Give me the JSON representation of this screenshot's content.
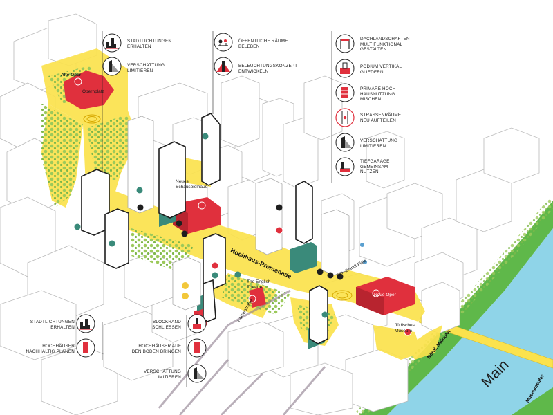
{
  "colors": {
    "accent_yellow": "#fbe24d",
    "accent_red": "#e0303d",
    "teal": "#3a8a7a",
    "river": "#8fd4e8",
    "green_bank": "#5fb84a",
    "building_line": "#b9b9b9",
    "dark": "#1e1e1e"
  },
  "legend": {
    "top_left": [
      {
        "icon": "silhouette-icon",
        "lines": [
          "STADTLICHTUNGEN",
          "ERHALTEN"
        ]
      },
      {
        "icon": "shadow-icon",
        "lines": [
          "VERSCHATTUNG",
          "LIMITIEREN"
        ]
      }
    ],
    "top_mid": [
      {
        "icon": "public-space-icon",
        "lines": [
          "ÖFFENTLICHE RÄUME",
          "BELEBEN"
        ]
      },
      {
        "icon": "lighting-icon",
        "lines": [
          "BELEUCHTUNGSKONZEPT",
          "ENTWICKELN"
        ]
      }
    ],
    "top_right": [
      {
        "icon": "roofscape-icon",
        "lines": [
          "DACHLANDSCHAFTEN",
          "MULTIFUNKTIONAL",
          "GESTALTEN"
        ]
      },
      {
        "icon": "podium-icon",
        "lines": [
          "PODIUM VERTIKAL",
          "GLIEDERN"
        ]
      },
      {
        "icon": "mixed-use-icon",
        "lines": [
          "PRIMÄRE HOCH-",
          "HAUSNUTZUNG",
          "MISCHEN"
        ]
      },
      {
        "icon": "street-space-icon",
        "lines": [
          "STRASSENRÄUME",
          "NEU AUFTEILEN"
        ]
      },
      {
        "icon": "shadow-icon",
        "lines": [
          "VERSCHATTUNG",
          "LIMITIEREN"
        ]
      },
      {
        "icon": "garage-icon",
        "lines": [
          "TIEFGARAGE",
          "GEMEINSAM",
          "NUTZEN"
        ]
      }
    ],
    "bottom_left": [
      {
        "icon": "silhouette-icon",
        "lines": [
          "STADTLICHTUNGEN",
          "ERHALTEN"
        ]
      },
      {
        "icon": "sustainable-icon",
        "lines": [
          "HOCHHÄUSER",
          "NACHHALTIG PLANEN"
        ]
      }
    ],
    "bottom_mid": [
      {
        "icon": "block-edge-icon",
        "lines": [
          "BLOCKRAND",
          "SCHLIESSEN"
        ]
      },
      {
        "icon": "ground-icon",
        "lines": [
          "HOCHHÄUSER AUF",
          "DEN BODEN BRINGEN"
        ]
      },
      {
        "icon": "shadow-icon",
        "lines": [
          "VERSCHATTUNG",
          "LIMITIEREN"
        ]
      }
    ]
  },
  "places": {
    "alte_oper": "Alte Oper",
    "opernplatz": "Opernplatz",
    "schauspielhaus": [
      "Neues",
      "Schauspielhaus"
    ],
    "english_theatre": [
      "The English",
      "Theatre"
    ],
    "neue_oper": "Neue Oper",
    "museum": [
      "Jüdisches",
      "Museum"
    ],
    "willy_brandt_platz": "Willy-Brandt-Platz"
  },
  "streets": {
    "promenade": "Hochhaus-Promenade",
    "kaiserstrasse": "Kaiserstraße",
    "nordl_mainufer": "Nördl. Mainufer",
    "museumsufer": "Museumsufer"
  },
  "river": "Main"
}
